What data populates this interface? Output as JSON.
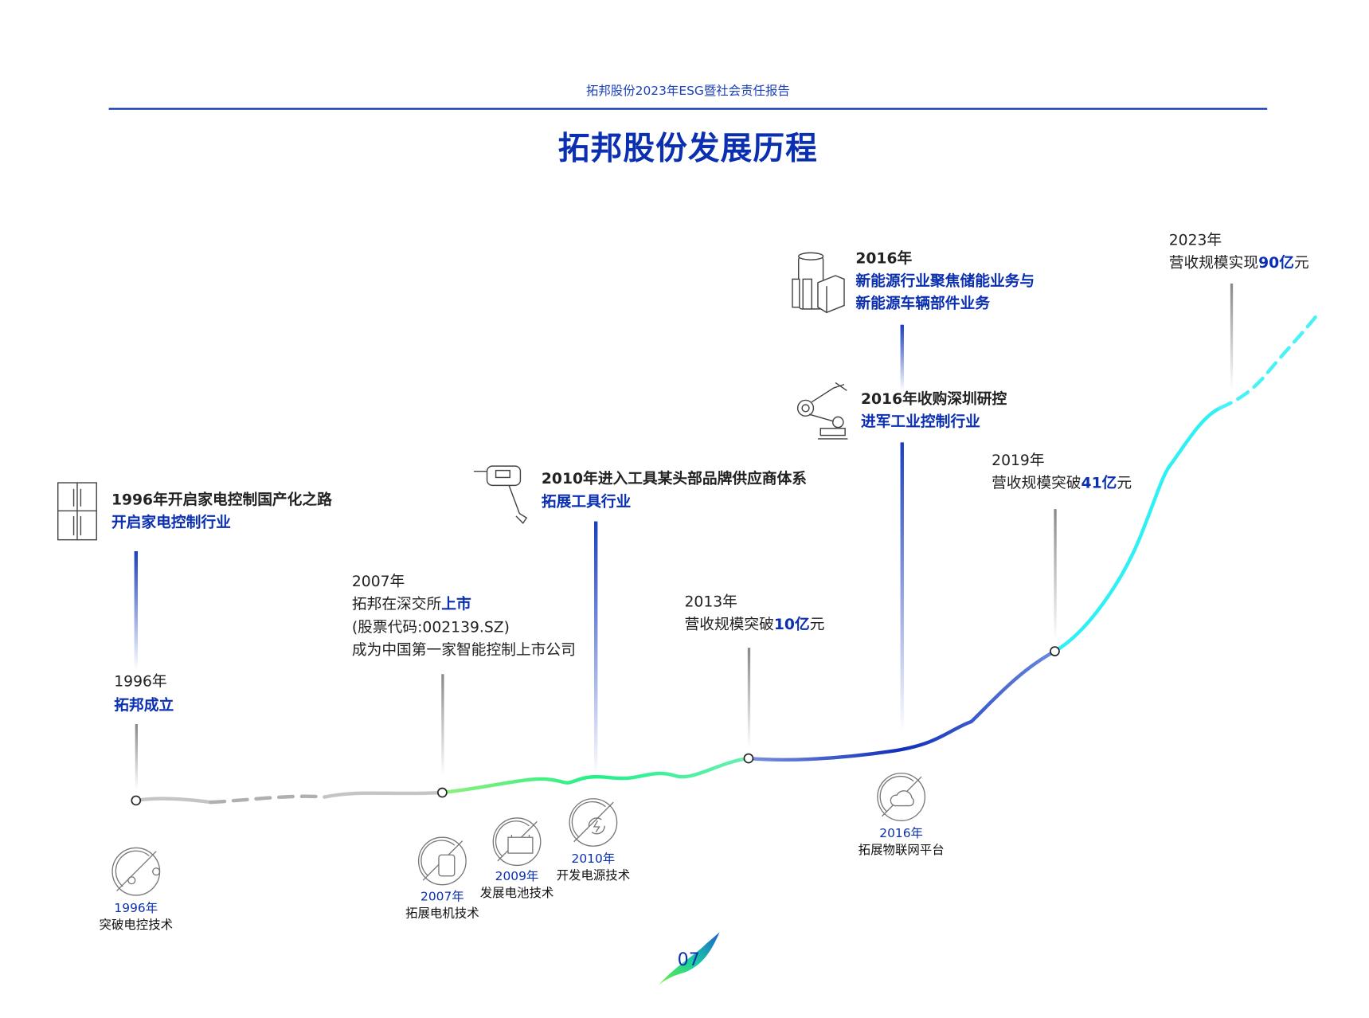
{
  "header": "拓邦股份2023年ESG暨社会责任报告",
  "title": "拓邦股份发展历程",
  "events_top": [
    {
      "line1": "1996年开启家电控制国产化之路",
      "line2": "开启家电控制行业",
      "icon": "refrigerator-icon"
    },
    {
      "line1": "2010年进入工具某头部品牌供应商体系",
      "line2": "拓展工具行业",
      "icon": "power-drill-icon"
    },
    {
      "line1": "2016年",
      "line2": "新能源行业聚焦储能业务与",
      "line3": "新能源车辆部件业务",
      "icon": "battery-cells-icon"
    },
    {
      "line1": "2016年收购深圳研控",
      "line2": "进军工业控制行业",
      "icon": "robot-arm-icon"
    }
  ],
  "milestones": {
    "m1996": {
      "year": "1996年",
      "text": "拓邦成立"
    },
    "m2007": {
      "year": "2007年",
      "text_a": "拓邦在深交所",
      "text_b": "上市",
      "line3": "(股票代码:002139.SZ)",
      "line4": "成为中国第一家智能控制上市公司"
    },
    "m2013": {
      "year": "2013年",
      "text_a": "营收规模突破",
      "value": "10亿",
      "unit": "元"
    },
    "m2019": {
      "year": "2019年",
      "text_a": "营收规模突破",
      "value": "41亿",
      "unit": "元"
    },
    "m2023": {
      "year": "2023年",
      "text_a": "营收规模实现",
      "value": "90亿",
      "unit": "元"
    }
  },
  "tech": [
    {
      "year": "1996年",
      "label": "突破电控技术",
      "icon": "control-chip-icon"
    },
    {
      "year": "2007年",
      "label": "拓展电机技术",
      "icon": "motor-icon"
    },
    {
      "year": "2009年",
      "label": "发展电池技术",
      "icon": "battery-icon"
    },
    {
      "year": "2010年",
      "label": "开发电源技术",
      "icon": "power-cycle-icon"
    },
    {
      "year": "2016年",
      "label": "拓展物联网平台",
      "icon": "cloud-icon"
    }
  ],
  "page_number": "07",
  "colors": {
    "brand": "#0a2fb0",
    "green": "#3dfa8a",
    "cyan": "#2ef0f0",
    "gray": "#bdbdbd"
  }
}
